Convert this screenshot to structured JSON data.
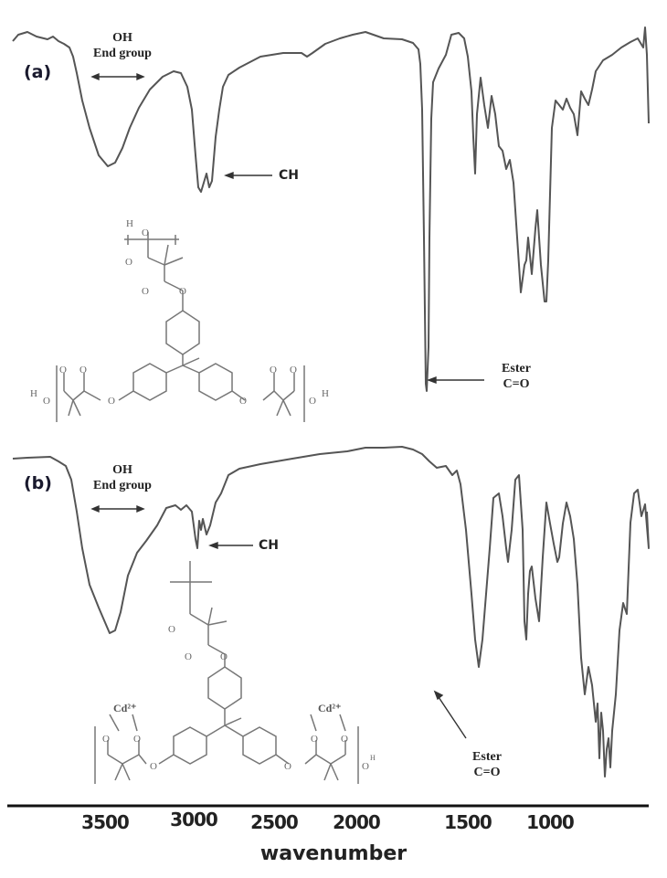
{
  "chart_data": {
    "type": "line",
    "title": "",
    "xlabel": "wavenumber",
    "ylabel": "",
    "xlim": [
      4000,
      550
    ],
    "x_reversed": true,
    "grid": false,
    "x_ticks": [
      3500,
      3000,
      2500,
      2000,
      1500,
      1000
    ],
    "x_tick_labels": [
      "3500",
      "3000",
      "2500",
      "2000",
      "1500",
      "1000"
    ],
    "panels": [
      {
        "label": "(a)",
        "description": "FTIR spectrum (transmittance, arbitrary units)",
        "series": [
          {
            "name": "spectrum (a)",
            "x": [
              3970,
              3800,
              3700,
              3600,
              3500,
              3400,
              3300,
              3200,
              3100,
              3000,
              2960,
              2930,
              2900,
              2870,
              2850,
              2800,
              2600,
              2400,
              2200,
              2100,
              2000,
              1900,
              1800,
              1770,
              1750,
              1730,
              1710,
              1690,
              1600,
              1550,
              1500,
              1470,
              1450,
              1420,
              1380,
              1300,
              1260,
              1230,
              1200,
              1170,
              1150,
              1100,
              1070,
              1050,
              1010,
              980,
              950,
              900,
              850,
              820,
              780,
              700,
              640,
              600
            ],
            "y": [
              95,
              93,
              90,
              60,
              42,
              48,
              66,
              80,
              82,
              70,
              12,
              30,
              26,
              35,
              72,
              80,
              87,
              90,
              94,
              93,
              95,
              94,
              92,
              40,
              5,
              3,
              40,
              85,
              90,
              80,
              65,
              45,
              78,
              65,
              72,
              45,
              60,
              20,
              30,
              18,
              25,
              15,
              8,
              20,
              55,
              82,
              75,
              70,
              80,
              65,
              90,
              92,
              96,
              75
            ]
          }
        ],
        "annotations": [
          {
            "text": "OH End group",
            "x_range": [
              3500,
              3100
            ],
            "type": "double-arrow"
          },
          {
            "text": "CH",
            "x": 2870,
            "type": "arrow"
          },
          {
            "text": "Ester C=O",
            "x": 1730,
            "type": "arrow"
          }
        ]
      },
      {
        "label": "(b)",
        "description": "FTIR spectrum (transmittance, arbitrary units)",
        "series": [
          {
            "name": "spectrum (b)",
            "x": [
              3960,
              3800,
              3700,
              3600,
              3500,
              3420,
              3300,
              3200,
              3100,
              3020,
              2990,
              2960,
              2940,
              2920,
              2880,
              2800,
              2700,
              2500,
              2300,
              2100,
              1950,
              1880,
              1850,
              1800,
              1760,
              1730,
              1700,
              1650,
              1600,
              1570,
              1530,
              1500,
              1470,
              1450,
              1420,
              1400,
              1350,
              1300,
              1260,
              1220,
              1190,
              1160,
              1130,
              1100,
              1070,
              1040,
              1010,
              980,
              950,
              920,
              880,
              850,
              820,
              780,
              740,
              700,
              660,
              620,
              600
            ],
            "y": [
              88,
              88,
              85,
              40,
              15,
              10,
              40,
              60,
              66,
              66,
              62,
              40,
              60,
              48,
              72,
              82,
              85,
              88,
              90,
              94,
              95,
              90,
              86,
              70,
              20,
              8,
              30,
              70,
              48,
              82,
              30,
              60,
              15,
              62,
              50,
              65,
              5,
              0,
              2,
              10,
              0,
              6,
              0,
              25,
              50,
              12,
              75,
              68,
              90,
              75,
              90,
              52,
              85,
              92,
              88,
              94,
              95,
              88,
              55
            ]
          }
        ],
        "annotations": [
          {
            "text": "OH End group",
            "x_range": [
              3500,
              3100
            ],
            "type": "double-arrow"
          },
          {
            "text": "CH",
            "x": 2930,
            "type": "arrow"
          },
          {
            "text": "Ester C=O",
            "x": 1730,
            "type": "arrow"
          }
        ]
      }
    ]
  },
  "panel_a": {
    "label": "(a)",
    "oh_label_line1": "OH",
    "oh_label_line2": "End group",
    "ch_label": "CH",
    "ester_line1": "Ester",
    "ester_line2": "C=O"
  },
  "panel_b": {
    "label": "(b)",
    "oh_label_line1": "OH",
    "oh_label_line2": "End group",
    "ch_label": "CH",
    "ester_line1": "Ester",
    "ester_line2": "C=O",
    "cd_label_left": "Cd²⁺",
    "cd_label_right": "Cd²⁺"
  },
  "axis": {
    "ticks": [
      "3500",
      "3000",
      "2500",
      "2000",
      "1500",
      "1000"
    ],
    "xlabel": "wavenumber"
  },
  "colors": {
    "trace": "#555555",
    "axis": "#111111",
    "structure": "#777777",
    "panel_label": "#1a1a2e"
  }
}
